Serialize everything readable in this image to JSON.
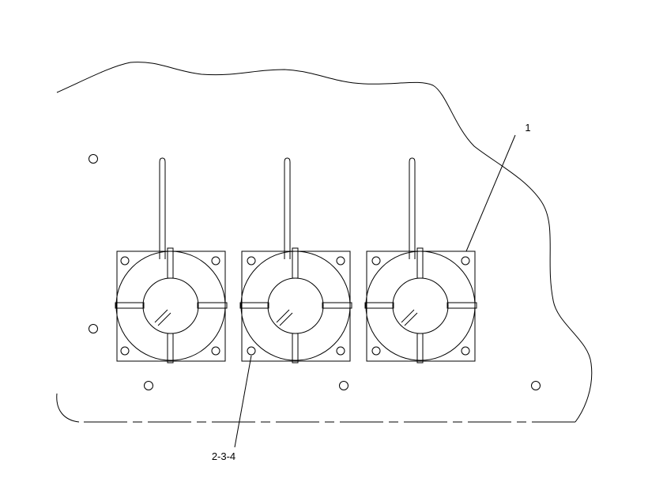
{
  "diagram": {
    "callouts": [
      {
        "id": "callout-1",
        "label": "1"
      },
      {
        "id": "callout-2-3-4",
        "label": "2-3-4"
      }
    ],
    "colors": {
      "line": "#000000",
      "background": "#ffffff"
    }
  }
}
